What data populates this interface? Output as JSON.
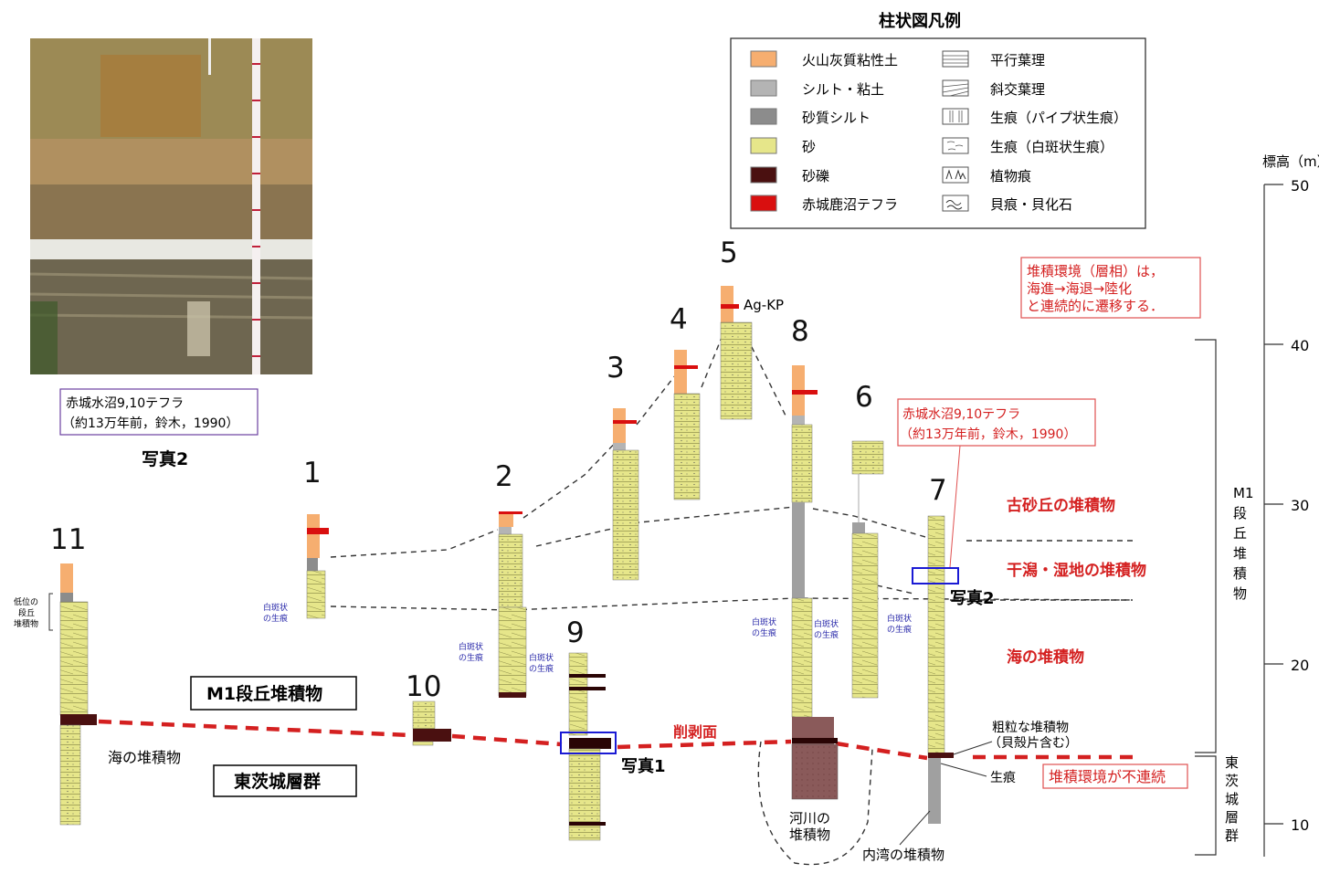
{
  "legend": {
    "title": "柱状図凡例",
    "items_left": [
      {
        "label": "火山灰質粘性土",
        "color": "#f6ae70"
      },
      {
        "label": "シルト・粘土",
        "color": "#b4b4b4"
      },
      {
        "label": "砂質シルト",
        "color": "#8c8c8c"
      },
      {
        "label": "砂",
        "color": "#e6e68a"
      },
      {
        "label": "砂礫",
        "color": "#4a1010"
      },
      {
        "label": "赤城鹿沼テフラ",
        "color": "#d90f0f"
      }
    ],
    "items_right": [
      {
        "label": "平行葉理",
        "icon": "parallel-lamination-icon"
      },
      {
        "label": "斜交葉理",
        "icon": "cross-lamination-icon"
      },
      {
        "label": "生痕（パイプ状生痕）",
        "icon": "pipe-trace-icon"
      },
      {
        "label": "生痕（白斑状生痕）",
        "icon": "spot-trace-icon"
      },
      {
        "label": "植物痕",
        "icon": "plant-trace-icon"
      },
      {
        "label": "貝痕・貝化石",
        "icon": "shell-fossil-icon"
      }
    ]
  },
  "photo": {
    "caption_line1": "赤城水沼9,10テフラ",
    "caption_line2": "（約13万年前，鈴木，1990）",
    "title": "写真2"
  },
  "elevation": {
    "title": "標高（m）",
    "ticks": [
      "50",
      "40",
      "30",
      "20",
      "10"
    ]
  },
  "columns": {
    "c1": "1",
    "c2": "2",
    "c3": "3",
    "c4": "4",
    "c5": "5",
    "c6": "6",
    "c7": "7",
    "c8": "8",
    "c9": "9",
    "c10": "10",
    "c11": "11"
  },
  "labels": {
    "ag_kp": "Ag-KP",
    "env_note_1": "堆積環境（層相）は，",
    "env_note_2": "海進→海退→陸化",
    "env_note_3": "と連続的に遷移する．",
    "tephra_line1": "赤城水沼9,10テフラ",
    "tephra_line2": "（約13万年前，鈴木，1990）",
    "paleo_dune": "古砂丘の堆積物",
    "tidal_flat": "干潟・湿地の堆積物",
    "marine_right": "海の堆積物",
    "marine_left": "海の堆積物",
    "photo2_marker": "写真2",
    "photo1_marker": "写真1",
    "erosion_surface": "削剥面",
    "coarse_1": "粗粒な堆積物",
    "coarse_2": "（貝殻片含む）",
    "trace": "生痕",
    "discontinuous": "堆積環境が不連続",
    "river_1": "河川の",
    "river_2": "堆積物",
    "bay": "内湾の堆積物",
    "m1_box": "M1段丘堆積物",
    "higashi_box": "東茨城層群",
    "m1_side": "M1段丘堆積物",
    "higashi_side": "東茨城層群",
    "low_terrace_1": "低位の",
    "low_terrace_2": "段丘",
    "low_terrace_3": "堆積物",
    "spot_1": "白斑状",
    "spot_2": "の生痕"
  }
}
